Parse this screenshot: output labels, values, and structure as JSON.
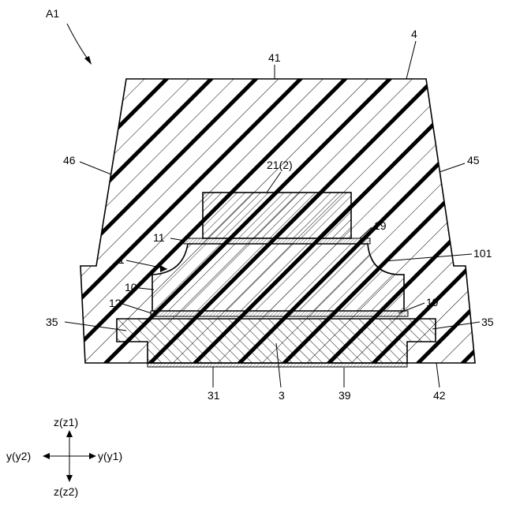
{
  "figure": {
    "title": "A1",
    "labels": {
      "l4": "4",
      "l41": "41",
      "l46": "46",
      "l45": "45",
      "l21": "21(2)",
      "l19a": "19",
      "l11": "11",
      "l101": "101",
      "l1": "1",
      "l10": "10",
      "l12": "12",
      "l19b": "19",
      "l35a": "35",
      "l35b": "35",
      "l31": "31",
      "l3": "3",
      "l39": "39",
      "l42": "42"
    },
    "axes": {
      "z_up": "z(z1)",
      "z_down": "z(z2)",
      "y_left": "y(y2)",
      "y_right": "y(y1)"
    }
  }
}
